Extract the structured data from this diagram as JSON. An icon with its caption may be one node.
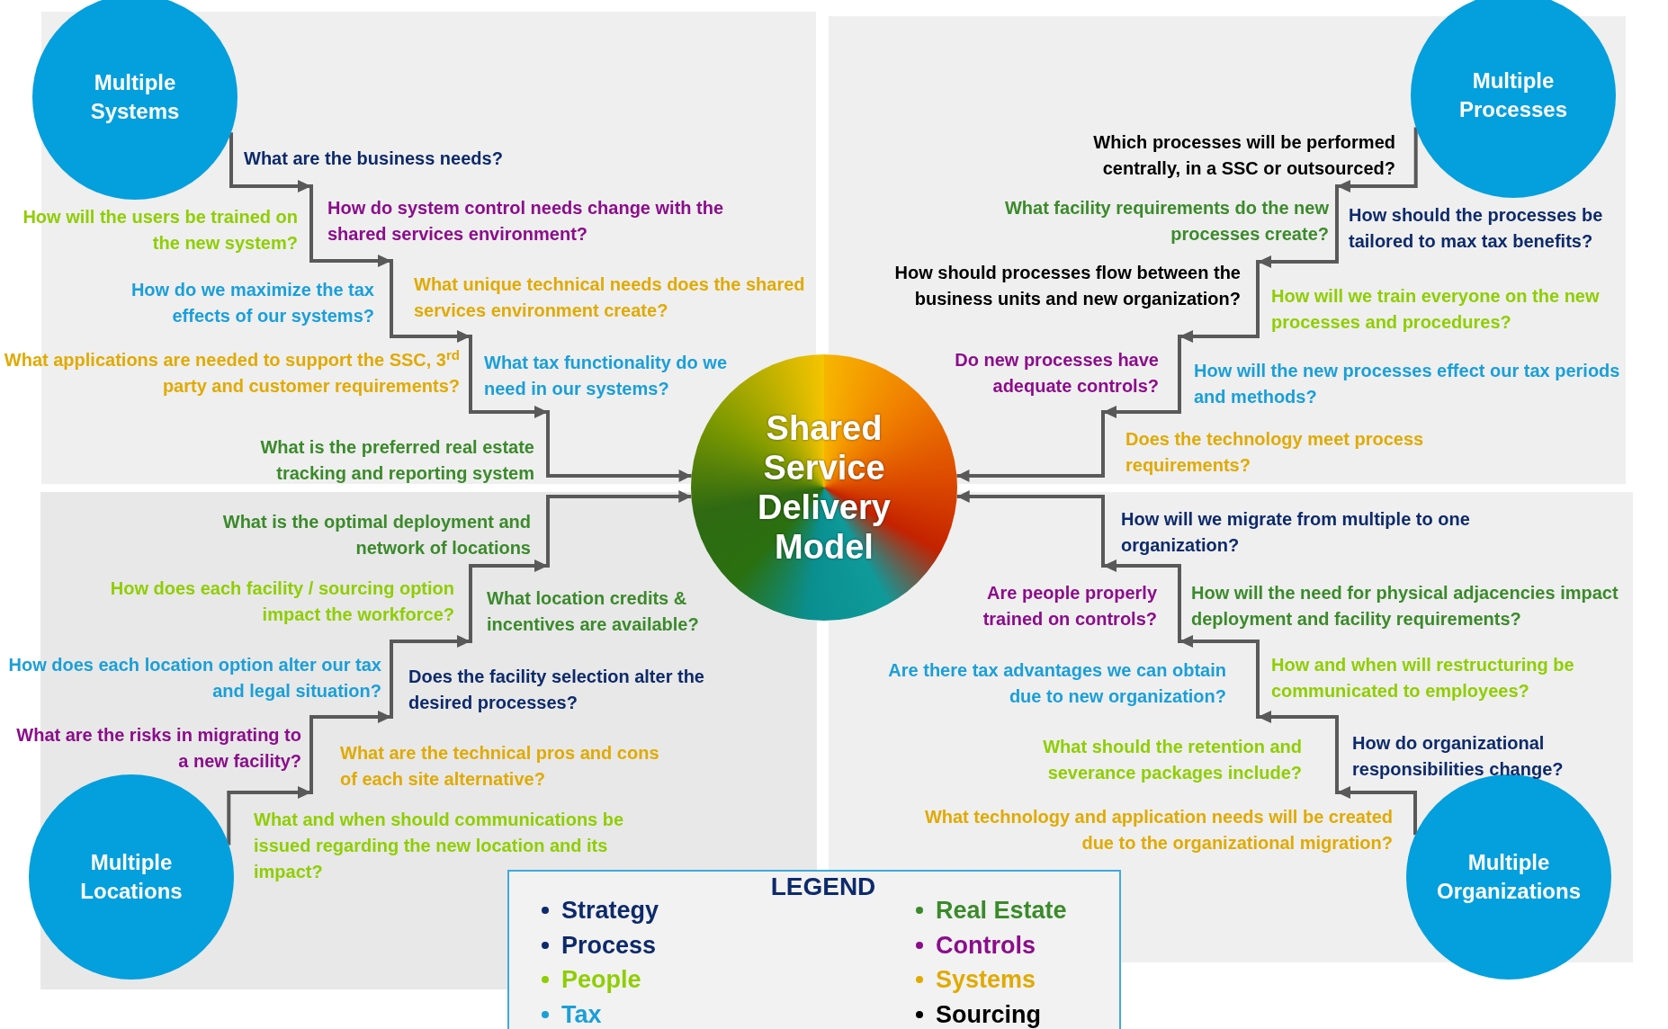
{
  "diagram": {
    "nodes": [
      {
        "text": [
          "Multiple Systems"
        ]
      },
      {
        "text": [
          "Multiple Processes"
        ]
      },
      {
        "text": [
          "Shared Service Delivery Model"
        ]
      },
      {
        "text": [
          "Multiple Locations"
        ]
      },
      {
        "text": [
          "Multiple Organizations"
        ]
      }
    ],
    "edges": [
      {
        "from": 0,
        "to": 2,
        "arrow": "to"
      },
      {
        "from": 1,
        "to": 2,
        "arrow": "to"
      },
      {
        "from": 3,
        "to": 2,
        "arrow": "to"
      },
      {
        "from": 4,
        "to": 2,
        "arrow": "to"
      }
    ],
    "labels": [
      "What are the business needs?",
      "How do system control needs change with the shared services environment?",
      "How will the users be trained on the new system?",
      "What unique technical needs does the shared services environment create?",
      "How do we maximize the tax effects of our systems?",
      "What applications are needed to support the SSC, 3$^{rd}$ party and customer requirements?",
      "What tax functionality do we need in our systems?",
      "What is the preferred real estate tracking and reporting system",
      "Which processes will be performed centrally, in a SSC or outsourced?",
      "What facility requirements do the new processes create?",
      "How should the processes be tailored to max tax benefits?",
      "How should processes flow between the business units and new organization?",
      "How will we train everyone on the new processes and procedures?",
      "Do new processes have adequate controls?",
      "How will the new processes effect our tax periods and methods?",
      "Does the technology meet process requirements?",
      "What is the optimal deployment and network of locations",
      "How does each facility / sourcing option impact the workforce?",
      "What location credits & incentives are available?",
      "How does each location option alter our tax and legal situation?",
      "Does the facility selection alter the desired processes?",
      "What are the risks in migrating to a new facility?",
      "What are the technical pros and cons of each site alternative?",
      "What and when should communications be issued regarding the new location and its impact?",
      "How will we migrate from multiple to one organization?",
      "Are people properly trained on controls?",
      "How will the need for physical adjacencies impact deployment and facility requirements?",
      "How and when will restructuring be communicated to employees?",
      "Are there tax advantages we can obtain due to new organization?",
      "What should the retention and severance packages include?",
      "How do organizational responsibilities change?",
      "What technology and application needs will be created due to the organizational migration?",
      "LEGEND"
    ],
    "legend": [
      {
        "text": "Strategy",
        "color": "#0d2a6b"
      },
      {
        "text": "Process",
        "color": "#0d2a6b"
      },
      {
        "text": "People",
        "color": "#8fce00"
      },
      {
        "text": "Tax",
        "color": "#1a9fd9"
      },
      {
        "text": "Real Estate",
        "color": "#3b8a2b"
      },
      {
        "text": "Controls",
        "color": "#8b0d8b"
      },
      {
        "text": "Systems",
        "color": "#e0aa00"
      },
      {
        "text": "Sourcing",
        "color": "#000000"
      }
    ]
  }
}
